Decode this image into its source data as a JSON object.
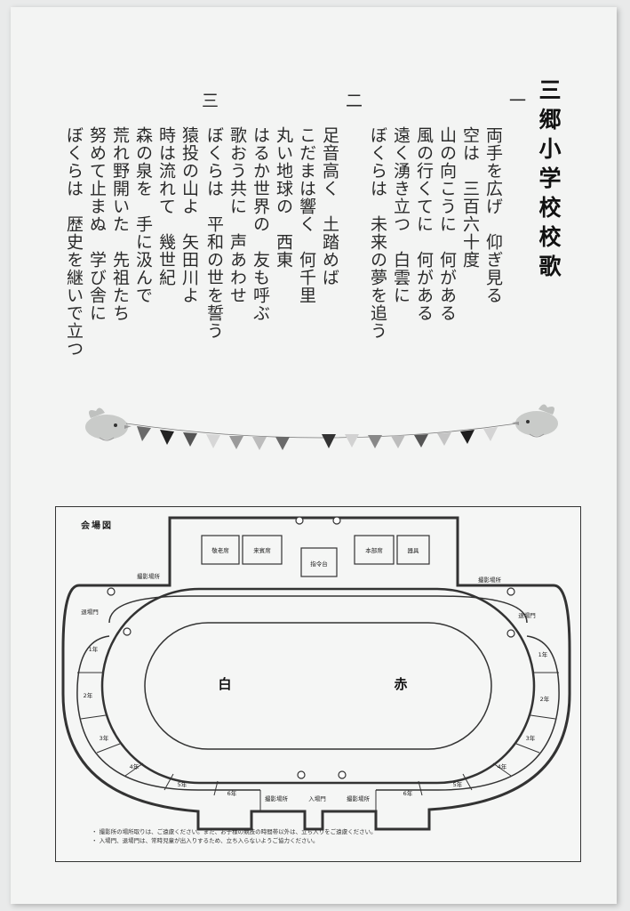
{
  "song": {
    "title": "三郷小学校校歌",
    "verses": [
      {
        "number": "一",
        "lines": [
          "両手を広げ　仰ぎ見る",
          "空は　三百六十度",
          "山の向こうに　何がある",
          "風の行くてに　何がある",
          "遠く湧き立つ　白雲に",
          "ぼくらは　未来の夢を追う"
        ]
      },
      {
        "number": "二",
        "lines": [
          "足音高く　土踏めば",
          "こだまは響く　何千里",
          "丸い地球の　西東",
          "はるか世界の　友も呼ぶ",
          "歌おう共に　声あわせ",
          "ぼくらは　平和の世を誓う"
        ]
      },
      {
        "number": "三",
        "lines": [
          "猿投の山よ　矢田川よ",
          "時は流れて　幾世紀",
          "森の泉を　手に汲んで",
          "荒れ野開いた　先祖たち",
          "努めて止まぬ　学び舎に",
          "ぼくらは　歴史を継いで立つ"
        ]
      }
    ]
  },
  "map": {
    "title": "会場図",
    "buildings": [
      "敬老席",
      "来賓席",
      "指令台",
      "本部席",
      "器具"
    ],
    "photo_area": "撮影場所",
    "exit_gate": "退場門",
    "entrance_gate": "入場門",
    "teams": {
      "white": "白",
      "red": "赤"
    },
    "grades": [
      "1年",
      "2年",
      "3年",
      "4年",
      "5年",
      "6年"
    ],
    "notes": [
      "撮影所の場所取りは、ご遠慮ください。また、お子様の競技の時間帯以外は、立ち入りをご遠慮ください。",
      "入場門、退場門は、常時児童が出入りするため、立ち入らないようご協力ください。"
    ]
  }
}
